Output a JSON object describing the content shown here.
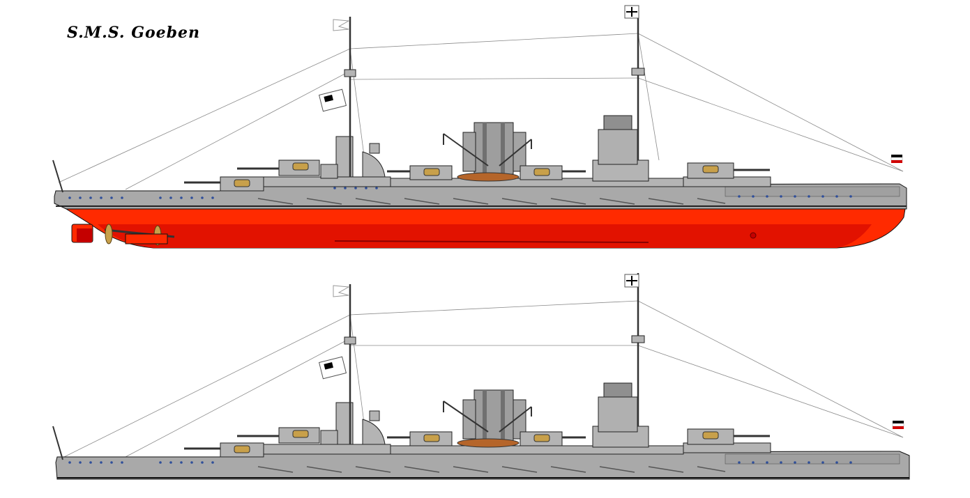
{
  "title": "S.M.S. Goeben",
  "colors": {
    "hull_grey": "#a9a9a9",
    "superstructure_grey": "#b4b4b4",
    "dark_grey": "#6e6e6e",
    "antifouling_red": "#ff2a00",
    "antifouling_dark": "#c40000",
    "boat_brown": "#b5652a",
    "propeller_gold": "#c8a04a",
    "porthole_blue": "#2f4f9a"
  },
  "views": [
    {
      "name": "full-hull-profile",
      "shows_underwater_hull": true
    },
    {
      "name": "waterline-profile",
      "shows_underwater_hull": false
    }
  ],
  "flags": [
    "war-ensign-icon",
    "jack-icon",
    "mast-pennant-icon"
  ]
}
